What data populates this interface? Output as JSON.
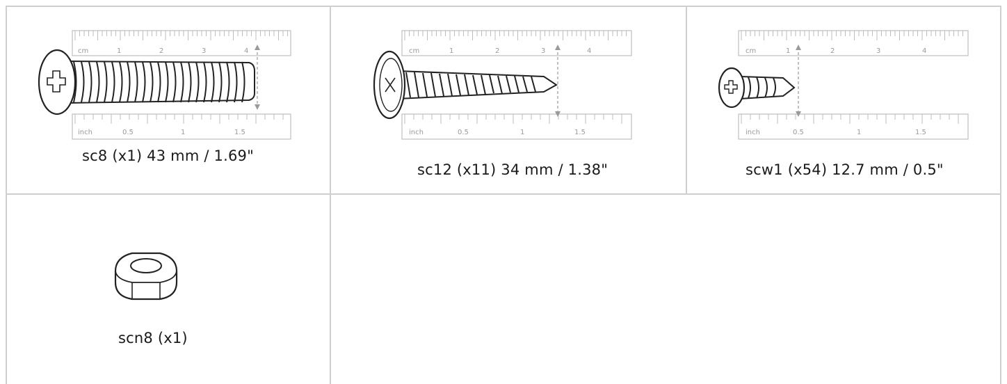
{
  "ruler": {
    "cm_unit": "cm",
    "inch_unit": "inch",
    "cm_ticks": [
      "1",
      "2",
      "3",
      "4"
    ],
    "inch_ticks": [
      "0.5",
      "1",
      "1.5"
    ]
  },
  "parts": [
    {
      "caption": "sc8 (x1) 43 mm / 1.69\""
    },
    {
      "caption": "sc12 (x11) 34 mm / 1.38\""
    },
    {
      "caption": "scw1 (x54) 12.7 mm / 0.5\""
    },
    {
      "caption": "scn8 (x1)"
    }
  ]
}
